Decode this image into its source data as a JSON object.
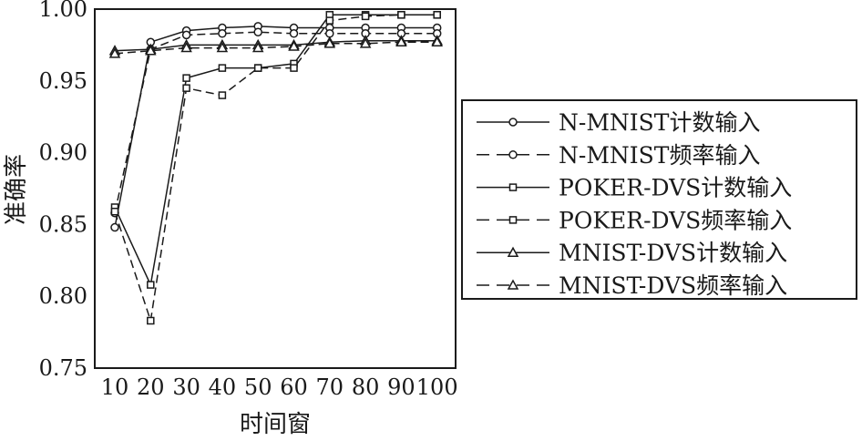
{
  "chart_data": {
    "type": "line",
    "xlabel": "时间窗",
    "ylabel": "准确率",
    "x": [
      10,
      20,
      30,
      40,
      50,
      60,
      70,
      80,
      90,
      100
    ],
    "xticks": [
      "10",
      "20",
      "30",
      "40",
      "50",
      "60",
      "70",
      "80",
      "90",
      "100"
    ],
    "yticks": [
      "0.75",
      "0.80",
      "0.85",
      "0.90",
      "0.95",
      "1.00"
    ],
    "ylim": [
      0.75,
      1.0
    ],
    "grid": false,
    "legend_position": "right",
    "series": [
      {
        "name": "N-MNIST计数输入",
        "marker": "circle",
        "dash": "solid",
        "values": [
          0.848,
          0.977,
          0.985,
          0.987,
          0.988,
          0.987,
          0.987,
          0.987,
          0.987,
          0.987
        ]
      },
      {
        "name": "N-MNIST频率输入",
        "marker": "circle",
        "dash": "dashed",
        "values": [
          0.858,
          0.972,
          0.982,
          0.983,
          0.984,
          0.983,
          0.983,
          0.983,
          0.983,
          0.983
        ]
      },
      {
        "name": "POKER-DVS计数输入",
        "marker": "square",
        "dash": "solid",
        "values": [
          0.862,
          0.808,
          0.952,
          0.959,
          0.959,
          0.962,
          0.996,
          0.996,
          0.996,
          0.996
        ]
      },
      {
        "name": "POKER-DVS频率输入",
        "marker": "square",
        "dash": "dashed",
        "values": [
          0.859,
          0.783,
          0.945,
          0.94,
          0.959,
          0.959,
          0.992,
          0.995,
          0.996,
          0.996
        ]
      },
      {
        "name": "MNIST-DVS计数输入",
        "marker": "triangle",
        "dash": "solid",
        "values": [
          0.971,
          0.972,
          0.975,
          0.975,
          0.975,
          0.975,
          0.977,
          0.978,
          0.978,
          0.978
        ]
      },
      {
        "name": "MNIST-DVS频率输入",
        "marker": "triangle",
        "dash": "dashed",
        "values": [
          0.969,
          0.971,
          0.973,
          0.973,
          0.973,
          0.974,
          0.976,
          0.976,
          0.977,
          0.977
        ]
      }
    ]
  }
}
